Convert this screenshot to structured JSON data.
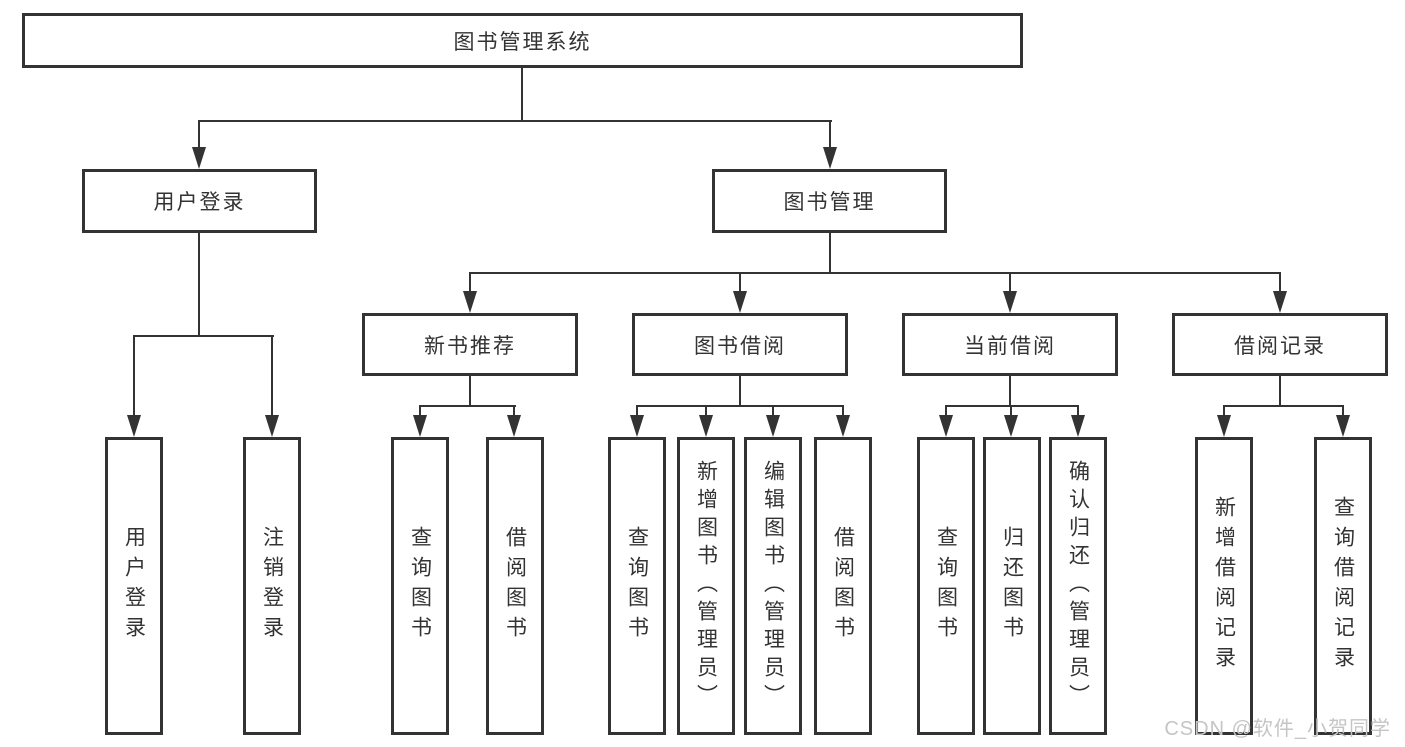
{
  "diagram": {
    "type": "hierarchy-diagram",
    "tree": {
      "label": "图书管理系统",
      "children": [
        {
          "label": "用户登录",
          "children": [
            {
              "label": "用户登录"
            },
            {
              "label": "注销登录"
            }
          ]
        },
        {
          "label": "图书管理",
          "children": [
            {
              "label": "新书推荐",
              "children": [
                {
                  "label": "查询图书"
                },
                {
                  "label": "借阅图书"
                }
              ]
            },
            {
              "label": "图书借阅",
              "children": [
                {
                  "label": "查询图书"
                },
                {
                  "label": "新增图书（管理员）"
                },
                {
                  "label": "编辑图书（管理员）"
                },
                {
                  "label": "借阅图书"
                }
              ]
            },
            {
              "label": "当前借阅",
              "children": [
                {
                  "label": "查询图书"
                },
                {
                  "label": "归还图书"
                },
                {
                  "label": "确认归还（管理员）"
                }
              ]
            },
            {
              "label": "借阅记录",
              "children": [
                {
                  "label": "新增借阅记录"
                },
                {
                  "label": "查询借阅记录"
                }
              ]
            }
          ]
        }
      ]
    },
    "colors": {
      "line": "#333333",
      "text": "#333333",
      "box_background": "#ffffff",
      "watermark": "#c5c5c5"
    }
  },
  "watermark": "CSDN @软件_小贺同学"
}
